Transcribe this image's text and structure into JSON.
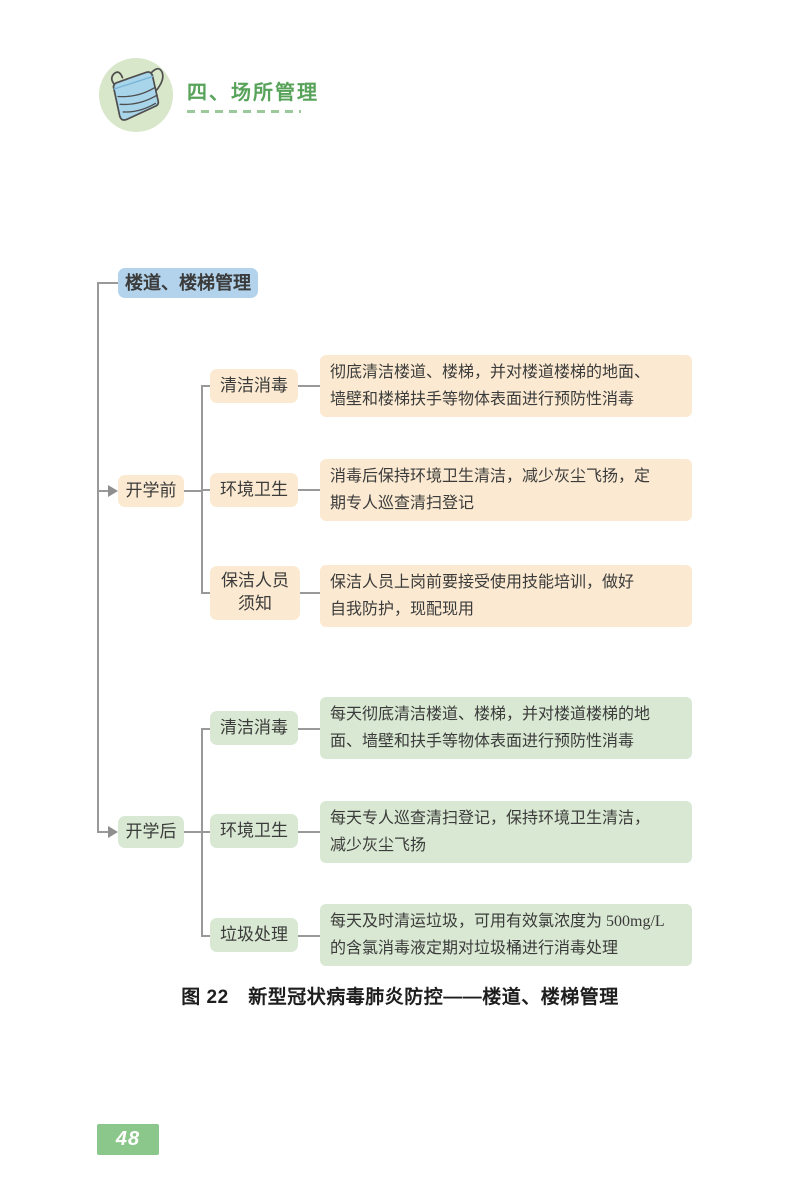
{
  "header": {
    "icon": "face-mask-icon",
    "section_title": "四、场所管理"
  },
  "diagram": {
    "root": "楼道、楼梯管理",
    "branches": [
      {
        "label": "开学前",
        "items": [
          {
            "label": "清洁消毒",
            "text": "彻底清洁楼道、楼梯，并对楼道楼梯的地面、\n墙壁和楼梯扶手等物体表面进行预防性消毒"
          },
          {
            "label": "环境卫生",
            "text": "消毒后保持环境卫生清洁，减少灰尘飞扬，定\n期专人巡查清扫登记"
          },
          {
            "label": "保洁人员\n须知",
            "text": "保洁人员上岗前要接受使用技能培训，做好\n自我防护，现配现用"
          }
        ]
      },
      {
        "label": "开学后",
        "items": [
          {
            "label": "清洁消毒",
            "text": "每天彻底清洁楼道、楼梯，并对楼道楼梯的地\n面、墙壁和扶手等物体表面进行预防性消毒"
          },
          {
            "label": "环境卫生",
            "text": "每天专人巡查清扫登记，保持环境卫生清洁，\n减少灰尘飞扬"
          },
          {
            "label": "垃圾处理",
            "text": "每天及时清运垃圾，可用有效氯浓度为 500mg/L\n的含氯消毒液定期对垃圾桶进行消毒处理"
          }
        ]
      }
    ]
  },
  "caption": "图 22　新型冠状病毒肺炎防控——楼道、楼梯管理",
  "page_number": "48",
  "colors": {
    "root_box_blue": "#b2d3eb",
    "pre_box_cream": "#fbead1",
    "post_box_green": "#d9e8d2",
    "connector_gray": "#999999",
    "title_green": "#58a35a",
    "badge_green": "#8bc78b",
    "icon_circle_green": "#d8e6c9",
    "mask_blue": "#a9d5eb"
  }
}
